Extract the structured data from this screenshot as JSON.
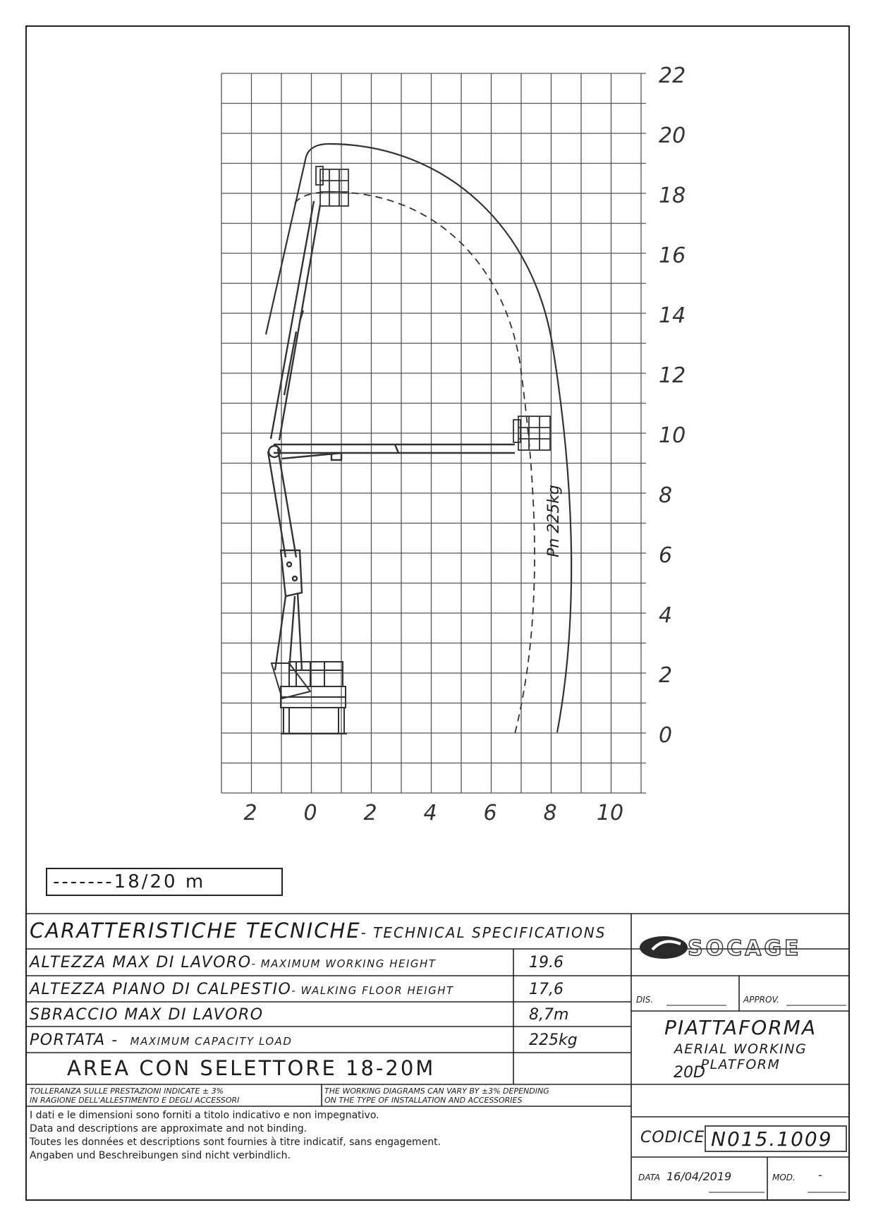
{
  "diagram": {
    "y_axis_ticks": [
      "22",
      "20",
      "18",
      "16",
      "14",
      "12",
      "10",
      "8",
      "6",
      "4",
      "2",
      "0"
    ],
    "x_axis_ticks": [
      "2",
      "0",
      "2",
      "4",
      "6",
      "8",
      "10"
    ],
    "curve_label": "Pn 225kg",
    "legend": "-------18/20 m"
  },
  "logo_text": "SOCAGE",
  "specs": {
    "title_it": "CARATTERISTICHE TECNICHE",
    "title_en": "- TECHNICAL SPECIFICATIONS",
    "rows": [
      {
        "it": "ALTEZZA MAX DI LAVORO",
        "en": "- MAXIMUM WORKING HEIGHT",
        "value": "19.6"
      },
      {
        "it": "ALTEZZA PIANO DI CALPESTIO",
        "en": "- WALKING FLOOR HEIGHT",
        "value": "17,6"
      },
      {
        "it": "SBRACCIO MAX DI LAVORO",
        "en": "",
        "value": "8,7m"
      },
      {
        "it": "PORTATA -",
        "en": "MAXIMUM CAPACITY LOAD",
        "value": "225kg"
      }
    ],
    "area_label": "AREA CON SELETTORE 18-20M",
    "tolerance_it": [
      "TOLLERANZA SULLE PRESTAZIONI INDICATE ± 3%",
      "IN RAGIONE DELL'ALLESTIMENTO E DEGLI ACCESSORI"
    ],
    "tolerance_en": [
      "THE WORKING DIAGRAMS CAN VARY BY ±3% DEPENDING",
      "ON THE TYPE OF INSTALLATION AND ACCESSORIES"
    ],
    "disclaimer": [
      "I dati e le dimensioni sono forniti a titolo indicativo e non impegnativo.",
      "Data and descriptions are approximate and not binding.",
      "Toutes les données et descriptions sont fournies à titre indicatif, sans engagement.",
      "Angaben und Beschreibungen sind nicht verbindlich."
    ]
  },
  "title_block": {
    "dis_label": "DIS.",
    "approv_label": "APPROV.",
    "product_it": "PIATTAFORMA",
    "product_en_1": "AERIAL WORKING",
    "product_en_2": "PLATFORM",
    "model": "20D",
    "codice_label": "CODICE",
    "codice_value": "N015.1009",
    "data_label": "DATA",
    "data_value": "16/04/2019",
    "mod_label": "MOD.",
    "mod_value": "-"
  }
}
